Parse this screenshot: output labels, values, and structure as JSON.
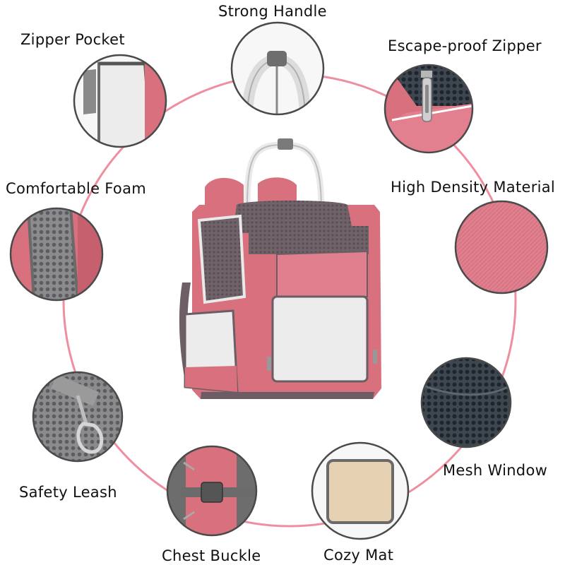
{
  "colors": {
    "ring": "#ee8fa0",
    "pink": "#d8707d",
    "pink_dark": "#b8525f",
    "gray": "#76686e",
    "mesh": "#5a5057",
    "light": "#ececec",
    "circle_border": "#4a4a4a"
  },
  "features": [
    {
      "id": "strong-handle",
      "label": "Strong Handle",
      "icon": "handle"
    },
    {
      "id": "escape-proof-zipper",
      "label": "Escape-proof Zipper",
      "icon": "zipper"
    },
    {
      "id": "high-density-material",
      "label": "High Density Material",
      "icon": "fabric"
    },
    {
      "id": "mesh-window",
      "label": "Mesh Window",
      "icon": "mesh"
    },
    {
      "id": "cozy-mat",
      "label": "Cozy Mat",
      "icon": "mat"
    },
    {
      "id": "chest-buckle",
      "label": "Chest Buckle",
      "icon": "buckle"
    },
    {
      "id": "safety-leash",
      "label": "Safety Leash",
      "icon": "leash"
    },
    {
      "id": "comfortable-foam",
      "label": "Comfortable Foam",
      "icon": "foam"
    },
    {
      "id": "zipper-pocket",
      "label": "Zipper Pocket",
      "icon": "pocket"
    }
  ]
}
